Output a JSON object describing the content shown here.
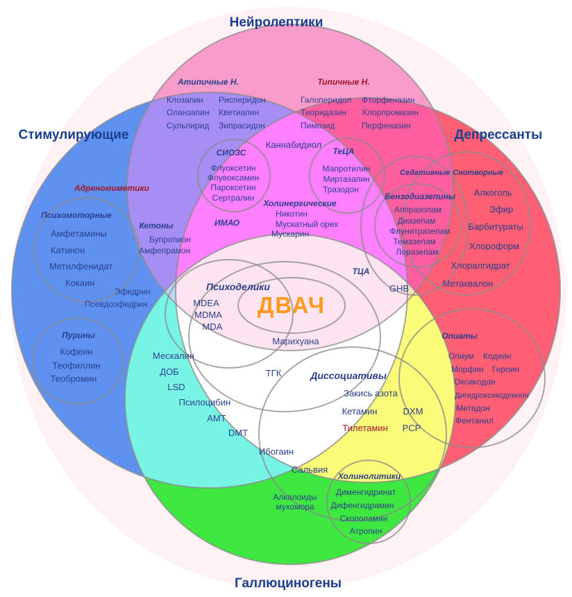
{
  "titles": {
    "neuroleptics": "Нейролептики",
    "stimulants": "Стимулирующие",
    "depressants": "Депрессанты",
    "hallucinogens": "Галлюциногены"
  },
  "center": {
    "label": "ДВАЧ"
  },
  "neuroleptics": {
    "atypical": {
      "title": "Атипичные Н.",
      "col1": [
        "Клозапин",
        "Оланзапин",
        "Сульпирид"
      ],
      "col2": [
        "Рисперидон",
        "Кветиапин",
        "Зипрасидон"
      ]
    },
    "typical": {
      "title": "Типичные Н.",
      "col1": [
        "Галоперидол",
        "Тиоридазин",
        "Пимозид"
      ],
      "col2": [
        "Фторфеназин",
        "Хлорпромазин",
        "Перфеназин"
      ]
    },
    "cannabidiol": "Каннабидиол"
  },
  "ssri": {
    "title": "СИОЗС",
    "items": [
      "Флуоксетин",
      "Флувоксамин",
      "Пароксетин",
      "Сертралин"
    ]
  },
  "teca": {
    "title": "ТеЦА",
    "items": [
      "Мапротилин",
      "Миртазапин",
      "Тразодон"
    ]
  },
  "maoi": "ИМАО",
  "cholinergic": {
    "title": "Холинергические",
    "items": [
      "Никотин",
      "Мускатный орех",
      "Мускарин"
    ]
  },
  "stimulants": {
    "adrenomimetics": "Адреномиметики",
    "psychomotor": {
      "title": "Психомоторные",
      "items": [
        "Амфетамины",
        "Катинон",
        "Метилфенидат",
        "Кокаин"
      ]
    },
    "ketones": {
      "title": "Кетоны",
      "items": [
        "Бупропион",
        "Амфепрамон"
      ]
    },
    "ephedrine": [
      "Эфедрин",
      "Псевдоэфедрин"
    ],
    "purines": {
      "title": "Пурины",
      "items": [
        "Кофеин",
        "Теофиллин",
        "Теобромин"
      ]
    }
  },
  "depressants": {
    "sedative": "Седативные",
    "hypnotic": "Снотворные",
    "benzodiazepines": {
      "title": "Бензодиазепины",
      "items": [
        "Аппразолам",
        "Диазепам",
        "Флунитразепам",
        "Темазепам",
        "Лоразепам"
      ]
    },
    "others": [
      "Алкоголь",
      "Эфир",
      "Барбитураты",
      "Хлороформ",
      "Хлоралгидрат",
      "Метаквалон"
    ],
    "tca": "ТЦА",
    "ghb": "GHB",
    "opiates": {
      "title": "Опиаты",
      "row1": [
        "Опиум",
        "Кодеин"
      ],
      "row2": [
        "Морфин",
        "Героин"
      ],
      "items": [
        "Оксикодон",
        "Дигидроксикодеинон",
        "Метадон",
        "Фентанил"
      ]
    }
  },
  "psychedelics": {
    "title": "Психоделики",
    "items": [
      "MDEA",
      "MDMA",
      "MDA"
    ]
  },
  "marijuana": "Марихуана",
  "thc": "ТГК",
  "phenethyl": [
    "Мескалин",
    "ДОБ",
    "LSD",
    "Псилоцибин",
    "АМТ",
    "DMT"
  ],
  "dissociatives": {
    "title": "Диссоциативы",
    "items": [
      "Закись азота",
      "Кетамин",
      "DXM"
    ],
    "tiletamine": "Тилетамин",
    "pcp": "PCP"
  },
  "hallu_misc": {
    "ibogaine": "Ибогаин",
    "salvia": "Сальвия",
    "amanita": [
      "Алкалоиды",
      "мухомора"
    ]
  },
  "anticholinergics": {
    "title": "Холинолитики",
    "items": [
      "Дименгидринат",
      "Дифенгидрамин",
      "Скополамин",
      "Атропин"
    ]
  },
  "colors": {
    "neuroleptics": "#f89ccb",
    "stimulants": "#5f92f0",
    "depressants": "#ff5f74",
    "hallucinogens": "#3ee840",
    "stim_neuro": "#a68ef5",
    "neuro_depr": "#ff5fa0",
    "triple_top": "#ff80ff",
    "stim_hallu": "#78f4e5",
    "depr_hallu": "#fbfb7a",
    "center_core": "#fde4f0",
    "center_text": "#ff9a1e",
    "title_text": "#1a3f8e"
  }
}
